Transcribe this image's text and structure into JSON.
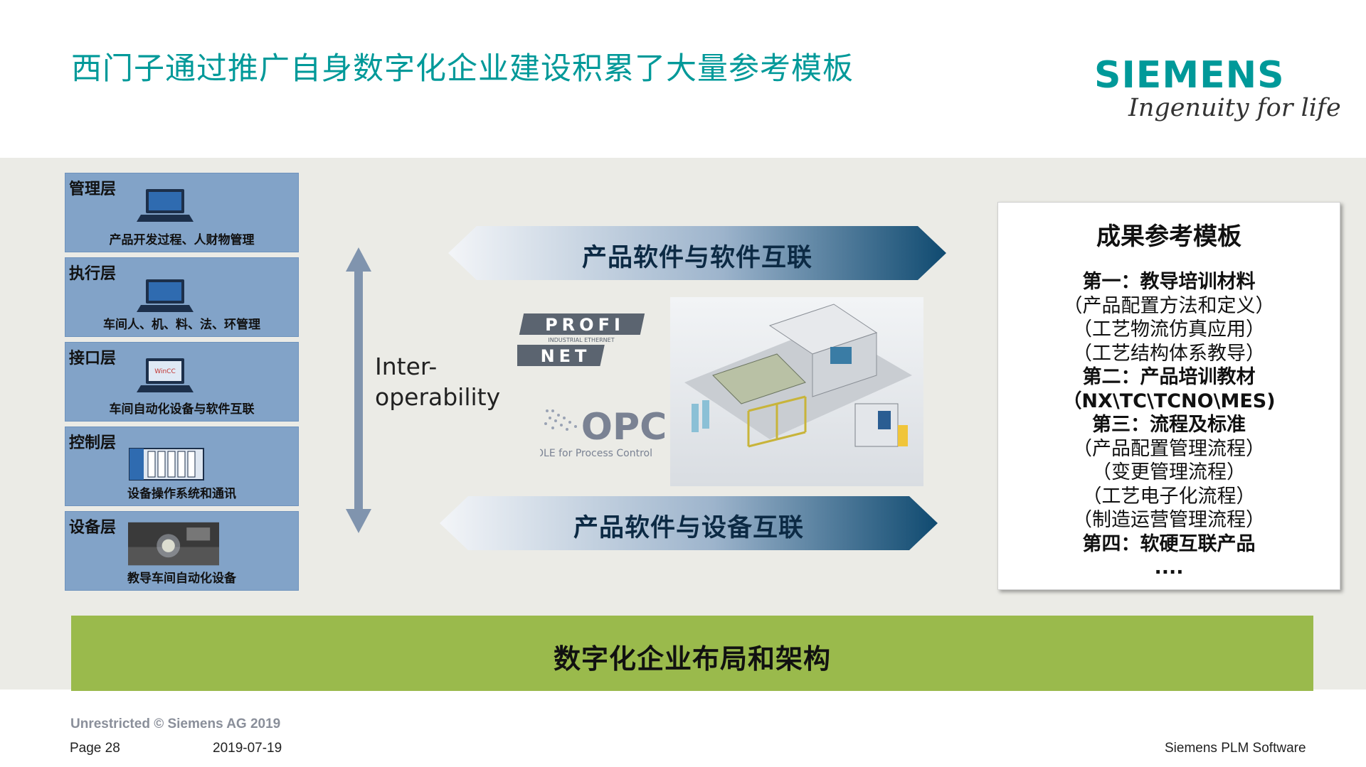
{
  "title": "西门子通过推广自身数字化企业建设积累了大量参考模板",
  "brand": {
    "name": "SIEMENS",
    "tagline": "Ingenuity for life"
  },
  "layers": [
    {
      "name": "管理层",
      "desc": "产品开发过程、人财物管理"
    },
    {
      "name": "执行层",
      "desc": "车间人、机、料、法、环管理"
    },
    {
      "name": "接口层",
      "desc": "车间自动化设备与软件互联",
      "screen_label": "WinCC"
    },
    {
      "name": "控制层",
      "desc": "设备操作系统和通讯"
    },
    {
      "name": "设备层",
      "desc": "教导车间自动化设备"
    }
  ],
  "interop": {
    "line1": "Inter-",
    "line2": "operability"
  },
  "banners": {
    "top": "产品软件与软件互联",
    "bottom": "产品软件与设备互联"
  },
  "profinet": {
    "top": "PROFI",
    "sub": "INDUSTRIAL ETHERNET",
    "bottom": "NET"
  },
  "opc": {
    "logo": "OPC",
    "caption": "OLE for Process Control"
  },
  "results": {
    "title": "成果参考模板",
    "lines": [
      {
        "text": "第一：教导培训材料",
        "bold": true
      },
      {
        "text": "（产品配置方法和定义）",
        "bold": false
      },
      {
        "text": "（工艺物流仿真应用）",
        "bold": false
      },
      {
        "text": "（工艺结构体系教导）",
        "bold": false
      },
      {
        "text": "第二：产品培训教材",
        "bold": true
      },
      {
        "text": "（NX\\TC\\TCNO\\MES)",
        "bold": true
      },
      {
        "text": "第三：流程及标准",
        "bold": true
      },
      {
        "text": "（产品配置管理流程）",
        "bold": false
      },
      {
        "text": "（变更管理流程）",
        "bold": false
      },
      {
        "text": "（工艺电子化流程）",
        "bold": false
      },
      {
        "text": "（制造运营管理流程）",
        "bold": false
      },
      {
        "text": "第四：软硬互联产品",
        "bold": true
      },
      {
        "text": "....",
        "bold": true
      }
    ]
  },
  "foundation": "数字化企业布局和架构",
  "footer": {
    "copyright": "Unrestricted © Siemens AG 2019",
    "page": "Page 28",
    "date": "2019-07-19",
    "software": "Siemens PLM Software"
  },
  "colors": {
    "title": "#009999",
    "layer_bg": "#82a3c8",
    "foundation": "#9aba4c",
    "band": "#ebebe6"
  }
}
